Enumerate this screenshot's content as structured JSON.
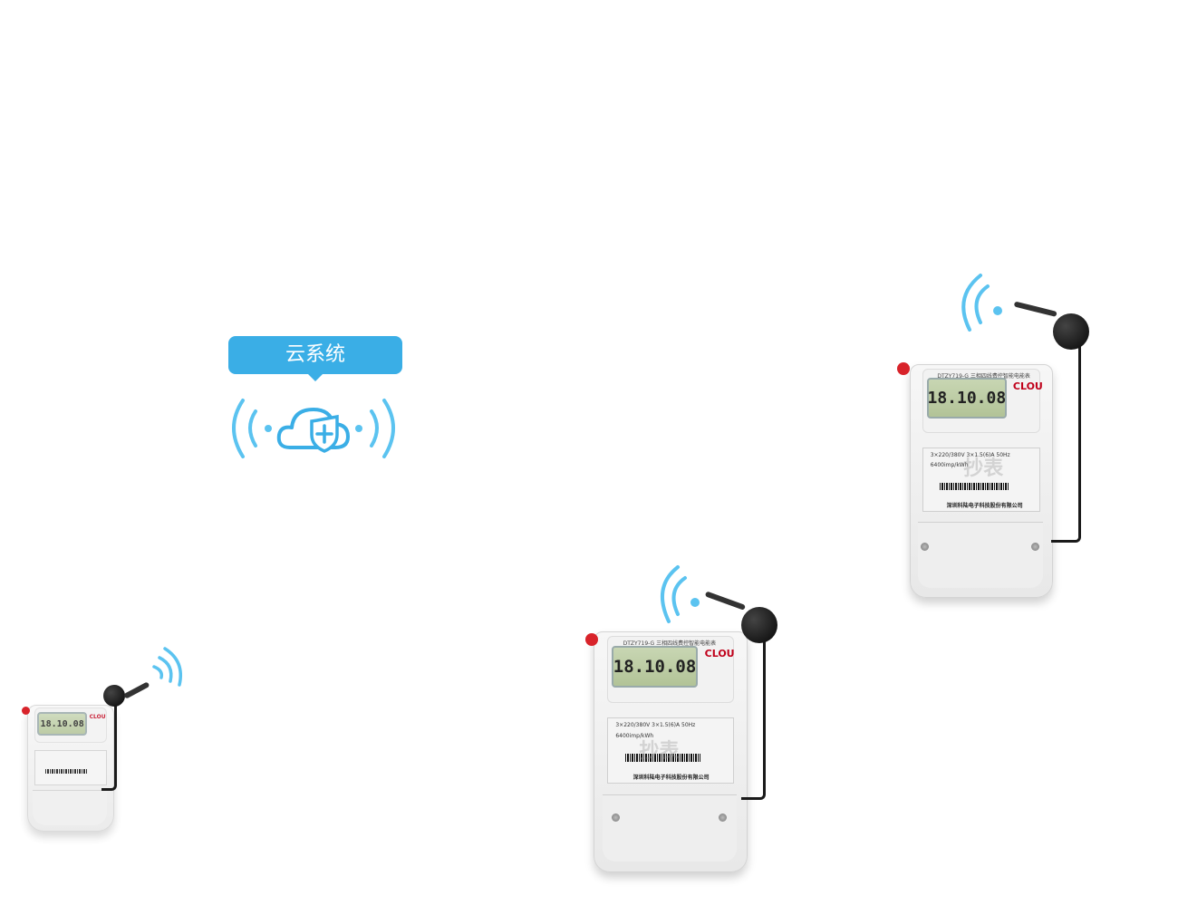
{
  "cloud": {
    "label": "云系统",
    "accent_color": "#3aaee6",
    "icon": "cloud-shield-icon",
    "signal_icon": "wifi-broadcast-icon"
  },
  "meters": [
    {
      "id": "meter-small-left",
      "display": "18.10.08",
      "brand": "CLOU",
      "signal_icon": "wifi-signal-icon"
    },
    {
      "id": "meter-center",
      "display": "18.10.08",
      "brand": "CLOU",
      "model": "DTZY719-G 三相四线费控智能电能表",
      "spec": "3×220/380V  3×1.5(6)A  50Hz",
      "constant": "6400imp/kWh",
      "maker": "深圳科陆电子科技股份有限公司",
      "watermark": "抄表",
      "signal_icon": "wifi-signal-icon"
    },
    {
      "id": "meter-right",
      "display": "18.10.08",
      "brand": "CLOU",
      "model": "DTZY719-G 三相四线费控智能电能表",
      "spec": "3×220/380V  3×1.5(6)A  50Hz",
      "constant": "6400imp/kWh",
      "maker": "深圳科陆电子科技股份有限公司",
      "watermark": "抄表",
      "signal_icon": "wifi-signal-icon"
    }
  ]
}
